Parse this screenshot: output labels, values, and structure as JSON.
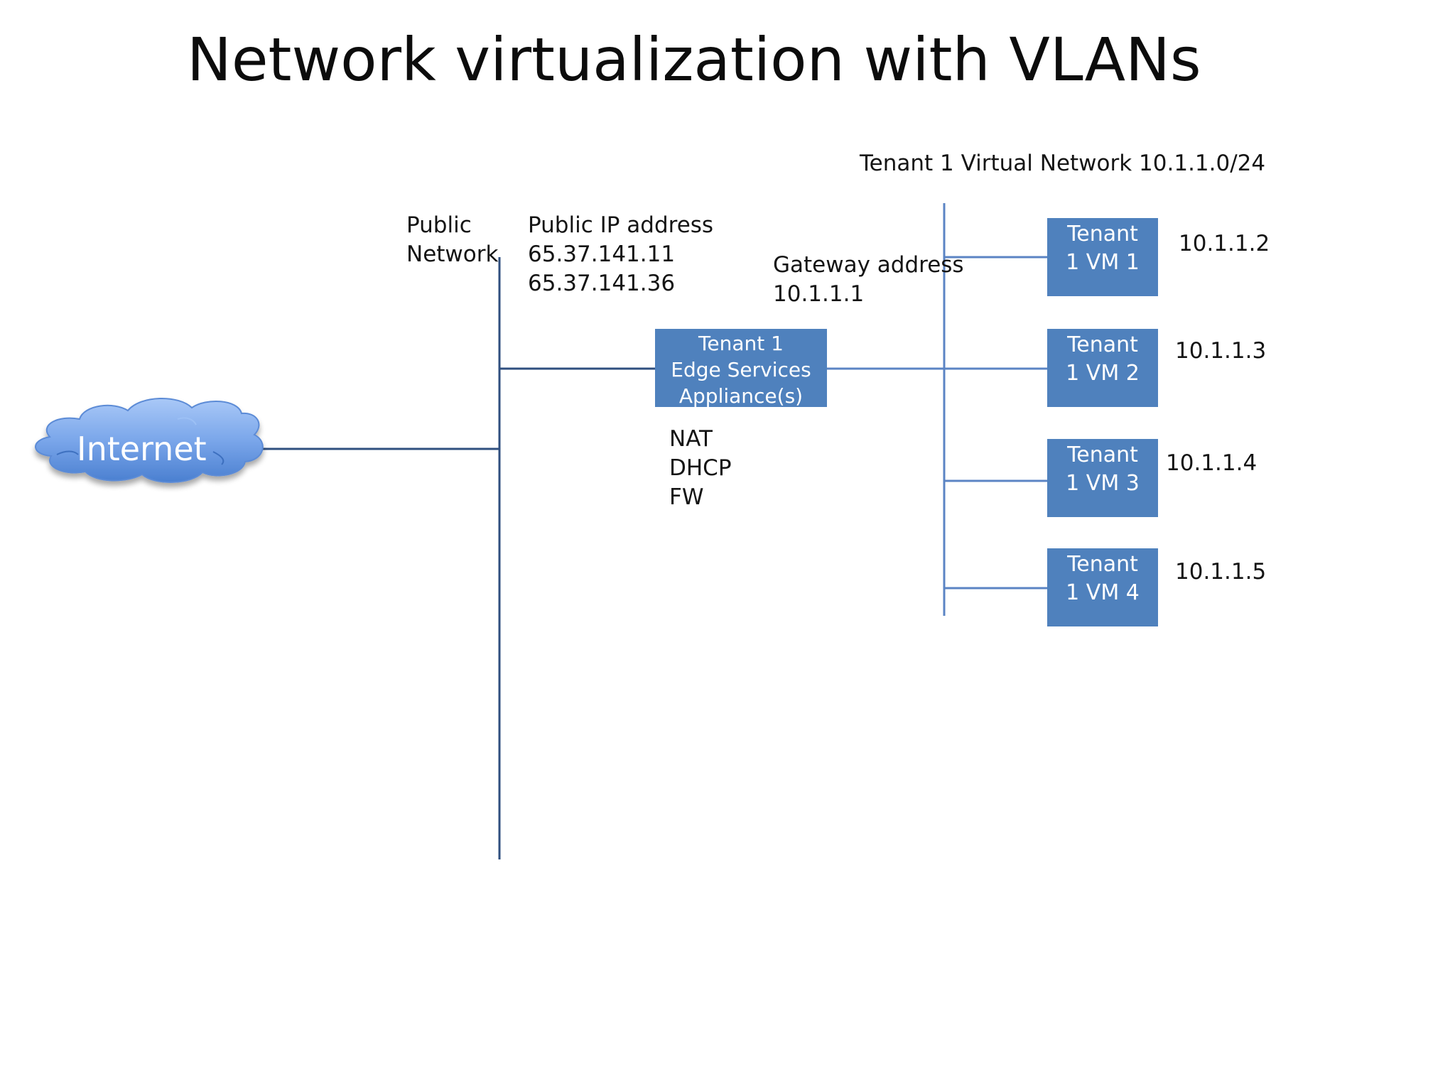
{
  "title": "Network virtualization with VLANs",
  "virtual_network_label": "Tenant  1 Virtual Network 10.1.1.0/24",
  "public_network": {
    "line1": "Public",
    "line2": "Network"
  },
  "public_ip": {
    "heading": "Public IP address",
    "address1": "65.37.141.11",
    "address2": "65.37.141.36"
  },
  "gateway": {
    "heading": "Gateway address",
    "address": "10.1.1.1"
  },
  "internet": {
    "label": "Internet"
  },
  "edge_appliance": {
    "line1": "Tenant 1",
    "line2": "Edge Services",
    "line3": "Appliance(s)"
  },
  "services": [
    "NAT",
    "DHCP",
    "FW"
  ],
  "vms": [
    {
      "line1": "Tenant",
      "line2": "1 VM 1",
      "ip": "10.1.1.2"
    },
    {
      "line1": "Tenant",
      "line2": "1 VM 2",
      "ip": "10.1.1.3"
    },
    {
      "line1": "Tenant",
      "line2": "1 VM 3",
      "ip": "10.1.1.4"
    },
    {
      "line1": "Tenant",
      "line2": "1 VM 4",
      "ip": "10.1.1.5"
    }
  ],
  "colors": {
    "box_fill": "#4f81bd",
    "public_line": "#2f4f7f",
    "tenant_line": "#5b84c4",
    "cloud_fill": "#6f9ee6"
  }
}
